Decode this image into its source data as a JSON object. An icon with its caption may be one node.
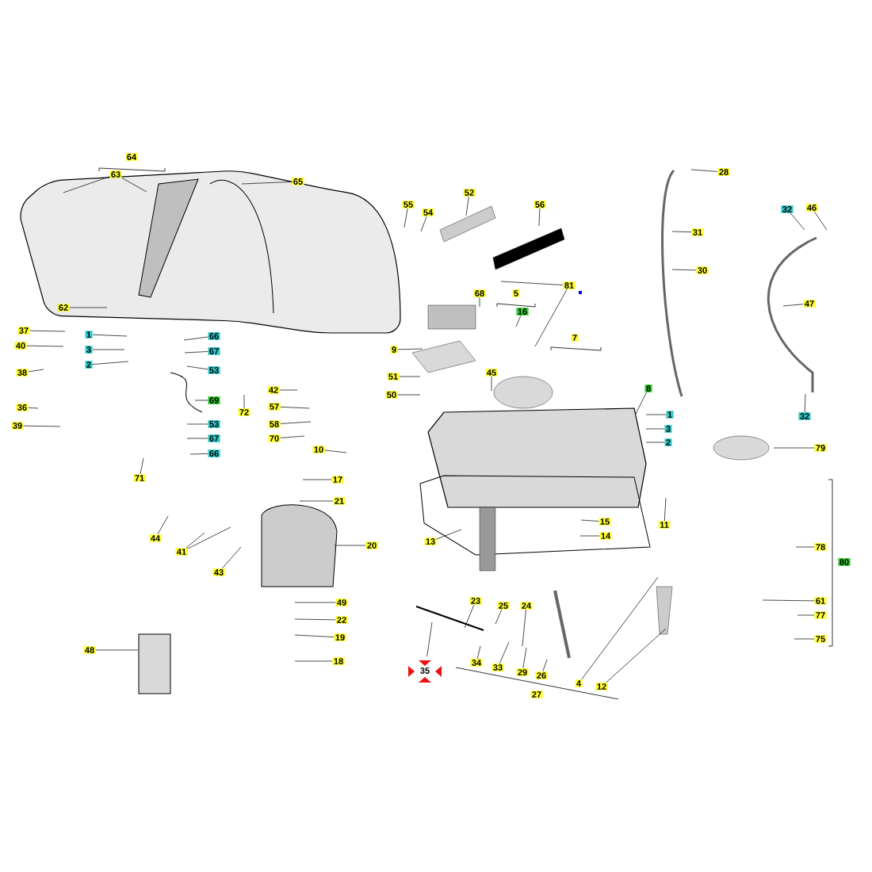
{
  "diagram": {
    "nodes": [
      {
        "text": [
          "64"
        ]
      },
      {
        "text": [
          "63"
        ]
      },
      {
        "text": [
          "65"
        ]
      },
      {
        "text": [
          "55"
        ]
      },
      {
        "text": [
          "54"
        ]
      },
      {
        "text": [
          "52"
        ]
      },
      {
        "text": [
          "56"
        ]
      },
      {
        "text": [
          "28"
        ]
      },
      {
        "text": [
          "32"
        ]
      },
      {
        "text": [
          "46"
        ]
      },
      {
        "text": [
          "31"
        ]
      },
      {
        "text": [
          "30"
        ]
      },
      {
        "text": [
          "81"
        ]
      },
      {
        "text": [
          "5"
        ]
      },
      {
        "text": [
          "68"
        ]
      },
      {
        "text": [
          "16"
        ]
      },
      {
        "text": [
          "47"
        ]
      },
      {
        "text": [
          "62"
        ]
      },
      {
        "text": [
          "37"
        ]
      },
      {
        "text": [
          "1"
        ]
      },
      {
        "text": [
          "66"
        ]
      },
      {
        "text": [
          "40"
        ]
      },
      {
        "text": [
          "3"
        ]
      },
      {
        "text": [
          "67"
        ]
      },
      {
        "text": [
          "7"
        ]
      },
      {
        "text": [
          "9"
        ]
      },
      {
        "text": [
          "2"
        ]
      },
      {
        "text": [
          "53"
        ]
      },
      {
        "text": [
          "38"
        ]
      },
      {
        "text": [
          "51"
        ]
      },
      {
        "text": [
          "45"
        ]
      },
      {
        "text": [
          "42"
        ]
      },
      {
        "text": [
          "8"
        ]
      },
      {
        "text": [
          "50"
        ]
      },
      {
        "text": [
          "69"
        ]
      },
      {
        "text": [
          "36"
        ]
      },
      {
        "text": [
          "57"
        ]
      },
      {
        "text": [
          "72"
        ]
      },
      {
        "text": [
          "1"
        ]
      },
      {
        "text": [
          "32"
        ]
      },
      {
        "text": [
          "58"
        ]
      },
      {
        "text": [
          "53"
        ]
      },
      {
        "text": [
          "39"
        ]
      },
      {
        "text": [
          "3"
        ]
      },
      {
        "text": [
          "70"
        ]
      },
      {
        "text": [
          "67"
        ]
      },
      {
        "text": [
          "2"
        ]
      },
      {
        "text": [
          "79"
        ]
      },
      {
        "text": [
          "10"
        ]
      },
      {
        "text": [
          "66"
        ]
      },
      {
        "text": [
          "71"
        ]
      },
      {
        "text": [
          "17"
        ]
      },
      {
        "text": [
          "21"
        ]
      },
      {
        "text": [
          "15"
        ]
      },
      {
        "text": [
          "11"
        ]
      },
      {
        "text": [
          "14"
        ]
      },
      {
        "text": [
          "44"
        ]
      },
      {
        "text": [
          "13"
        ]
      },
      {
        "text": [
          "20"
        ]
      },
      {
        "text": [
          "78"
        ]
      },
      {
        "text": [
          "41"
        ]
      },
      {
        "text": [
          "80"
        ]
      },
      {
        "text": [
          "43"
        ]
      },
      {
        "text": [
          "23"
        ]
      },
      {
        "text": [
          "25"
        ]
      },
      {
        "text": [
          "24"
        ]
      },
      {
        "text": [
          "49"
        ]
      },
      {
        "text": [
          "61"
        ]
      },
      {
        "text": [
          "77"
        ]
      },
      {
        "text": [
          "22"
        ]
      },
      {
        "text": [
          "19"
        ]
      },
      {
        "text": [
          "75"
        ]
      },
      {
        "text": [
          "48"
        ]
      },
      {
        "text": [
          "18"
        ]
      },
      {
        "text": [
          "34"
        ]
      },
      {
        "text": [
          "33"
        ]
      },
      {
        "text": [
          "35"
        ]
      },
      {
        "text": [
          "29"
        ]
      },
      {
        "text": [
          "26"
        ]
      },
      {
        "text": [
          "4"
        ]
      },
      {
        "text": [
          "12"
        ]
      },
      {
        "text": [
          "27"
        ]
      }
    ],
    "edges": [
      {
        "from": 1,
        "to": null,
        "arrow": "none"
      },
      {
        "from": 1,
        "to": null,
        "arrow": "none"
      },
      {
        "from": 2,
        "to": null,
        "arrow": "none"
      },
      {
        "from": 3,
        "to": null,
        "arrow": "none"
      },
      {
        "from": 4,
        "to": null,
        "arrow": "none"
      },
      {
        "from": 5,
        "to": null,
        "arrow": "none"
      },
      {
        "from": 6,
        "to": null,
        "arrow": "none"
      },
      {
        "from": 7,
        "to": null,
        "arrow": "none"
      },
      {
        "from": 8,
        "to": null,
        "arrow": "none"
      },
      {
        "from": 9,
        "to": null,
        "arrow": "none"
      },
      {
        "from": 10,
        "to": null,
        "arrow": "none"
      },
      {
        "from": 11,
        "to": null,
        "arrow": "none"
      },
      {
        "from": 12,
        "to": null,
        "arrow": "none"
      },
      {
        "from": 12,
        "to": null,
        "arrow": "none"
      },
      {
        "from": 14,
        "to": null,
        "arrow": "none"
      },
      {
        "from": 15,
        "to": null,
        "arrow": "none"
      },
      {
        "from": 16,
        "to": null,
        "arrow": "none"
      },
      {
        "from": 17,
        "to": null,
        "arrow": "none"
      },
      {
        "from": 18,
        "to": null,
        "arrow": "none"
      },
      {
        "from": 19,
        "to": null,
        "arrow": "none"
      },
      {
        "from": 20,
        "to": null,
        "arrow": "none"
      },
      {
        "from": 21,
        "to": null,
        "arrow": "none"
      },
      {
        "from": 22,
        "to": null,
        "arrow": "none"
      },
      {
        "from": 23,
        "to": null,
        "arrow": "none"
      },
      {
        "from": 25,
        "to": null,
        "arrow": "none"
      },
      {
        "from": 26,
        "to": null,
        "arrow": "none"
      },
      {
        "from": 27,
        "to": null,
        "arrow": "none"
      },
      {
        "from": 28,
        "to": null,
        "arrow": "none"
      },
      {
        "from": 29,
        "to": null,
        "arrow": "none"
      },
      {
        "from": 30,
        "to": null,
        "arrow": "none"
      },
      {
        "from": 31,
        "to": null,
        "arrow": "none"
      },
      {
        "from": 32,
        "to": null,
        "arrow": "none"
      },
      {
        "from": 33,
        "to": null,
        "arrow": "none"
      },
      {
        "from": 34,
        "to": null,
        "arrow": "none"
      },
      {
        "from": 35,
        "to": null,
        "arrow": "none"
      },
      {
        "from": 36,
        "to": null,
        "arrow": "none"
      },
      {
        "from": 37,
        "to": null,
        "arrow": "none"
      },
      {
        "from": 38,
        "to": null,
        "arrow": "none"
      },
      {
        "from": 39,
        "to": null,
        "arrow": "none"
      },
      {
        "from": 40,
        "to": null,
        "arrow": "none"
      },
      {
        "from": 41,
        "to": null,
        "arrow": "none"
      },
      {
        "from": 42,
        "to": null,
        "arrow": "none"
      },
      {
        "from": 43,
        "to": null,
        "arrow": "none"
      },
      {
        "from": 44,
        "to": null,
        "arrow": "none"
      },
      {
        "from": 45,
        "to": null,
        "arrow": "none"
      },
      {
        "from": 46,
        "to": null,
        "arrow": "none"
      },
      {
        "from": 47,
        "to": null,
        "arrow": "none"
      },
      {
        "from": 48,
        "to": null,
        "arrow": "none"
      },
      {
        "from": 49,
        "to": null,
        "arrow": "none"
      },
      {
        "from": 50,
        "to": null,
        "arrow": "none"
      },
      {
        "from": 51,
        "to": null,
        "arrow": "none"
      },
      {
        "from": 52,
        "to": null,
        "arrow": "none"
      },
      {
        "from": 53,
        "to": null,
        "arrow": "none"
      },
      {
        "from": 54,
        "to": null,
        "arrow": "none"
      },
      {
        "from": 55,
        "to": null,
        "arrow": "none"
      },
      {
        "from": 56,
        "to": null,
        "arrow": "none"
      },
      {
        "from": 57,
        "to": null,
        "arrow": "none"
      },
      {
        "from": 58,
        "to": null,
        "arrow": "none"
      },
      {
        "from": 59,
        "to": null,
        "arrow": "none"
      },
      {
        "from": 60,
        "to": null,
        "arrow": "none"
      },
      {
        "from": 60,
        "to": null,
        "arrow": "none"
      },
      {
        "from": 62,
        "to": null,
        "arrow": "none"
      },
      {
        "from": 63,
        "to": null,
        "arrow": "none"
      },
      {
        "from": 64,
        "to": null,
        "arrow": "none"
      },
      {
        "from": 65,
        "to": null,
        "arrow": "none"
      },
      {
        "from": 66,
        "to": null,
        "arrow": "none"
      },
      {
        "from": 67,
        "to": null,
        "arrow": "none"
      },
      {
        "from": 68,
        "to": null,
        "arrow": "none"
      },
      {
        "from": 69,
        "to": null,
        "arrow": "none"
      },
      {
        "from": 70,
        "to": null,
        "arrow": "none"
      },
      {
        "from": 71,
        "to": null,
        "arrow": "none"
      },
      {
        "from": 72,
        "to": null,
        "arrow": "none"
      },
      {
        "from": 73,
        "to": null,
        "arrow": "none"
      },
      {
        "from": 74,
        "to": null,
        "arrow": "none"
      },
      {
        "from": 75,
        "to": null,
        "arrow": "none"
      },
      {
        "from": 76,
        "to": null,
        "arrow": "none"
      },
      {
        "from": 77,
        "to": null,
        "arrow": "none"
      },
      {
        "from": 78,
        "to": null,
        "arrow": "none"
      },
      {
        "from": 79,
        "to": null,
        "arrow": "none"
      },
      {
        "from": 80,
        "to": null,
        "arrow": "none"
      }
    ]
  }
}
